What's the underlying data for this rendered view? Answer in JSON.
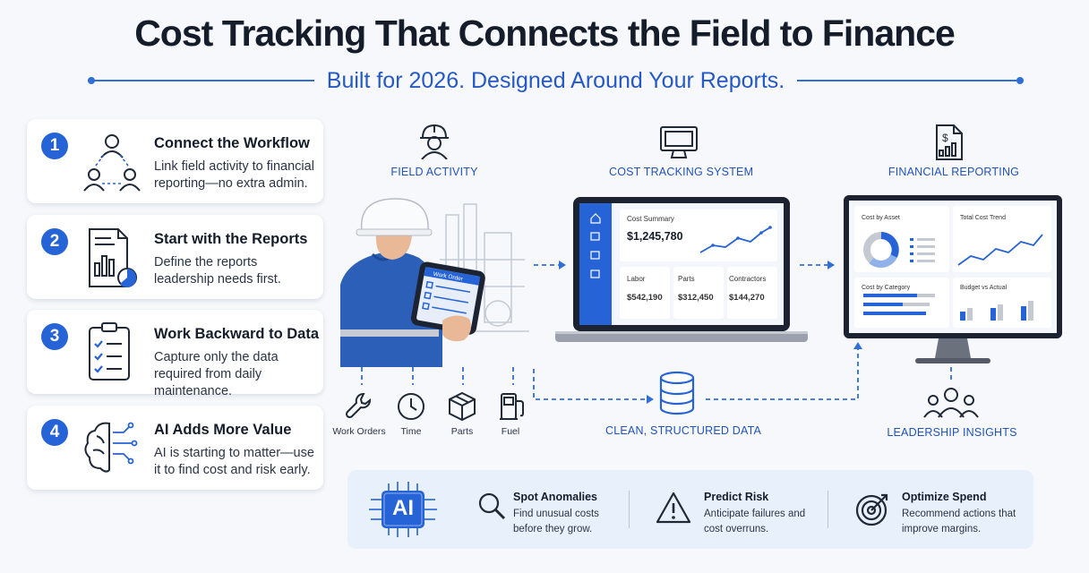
{
  "header": {
    "title": "Cost Tracking That Connects the Field to Finance",
    "subtitle": "Built for 2026. Designed Around Your Reports."
  },
  "steps": [
    {
      "number": "1",
      "title": "Connect the Workflow",
      "desc": "Link field activity to financial reporting—no extra admin.",
      "icon": "users-network-icon"
    },
    {
      "number": "2",
      "title": "Start with the Reports",
      "desc": "Define the reports leadership needs first.",
      "icon": "report-chart-icon"
    },
    {
      "number": "3",
      "title": "Work Backward to Data",
      "desc": "Capture only the data required from daily maintenance.",
      "icon": "checklist-icon"
    },
    {
      "number": "4",
      "title": "AI Adds More Value",
      "desc": "AI is starting to matter—use it to find cost and risk early.",
      "icon": "brain-circuit-icon"
    }
  ],
  "stages": {
    "field": "FIELD ACTIVITY",
    "system": "COST TRACKING SYSTEM",
    "finance": "FINANCIAL REPORTING",
    "data": "CLEAN, STRUCTURED DATA",
    "leadership": "LEADERSHIP INSIGHTS"
  },
  "field_inputs": [
    "Work Orders",
    "Time",
    "Parts",
    "Fuel"
  ],
  "tablet_text": "Work Order",
  "laptop": {
    "summary_title": "Cost Summary",
    "summary_value": "$1,245,780",
    "cards": [
      {
        "label": "Labor",
        "value": "$542,190"
      },
      {
        "label": "Parts",
        "value": "$312,450"
      },
      {
        "label": "Contractors",
        "value": "$144,270"
      }
    ]
  },
  "monitor": {
    "panels": [
      "Cost by Asset",
      "Total Cost Trend",
      "Cost by Category",
      "Budget vs Actual"
    ]
  },
  "ai_panel": {
    "badge": "AI",
    "items": [
      {
        "title": "Spot Anomalies",
        "desc": "Find unusual costs before they grow.",
        "icon": "magnifier-icon"
      },
      {
        "title": "Predict Risk",
        "desc": "Anticipate failures and cost overruns.",
        "icon": "warning-icon"
      },
      {
        "title": "Optimize Spend",
        "desc": "Recommend actions that improve margins.",
        "icon": "target-icon"
      }
    ]
  },
  "colors": {
    "accent": "#2563d6",
    "text": "#151d2b",
    "stage_label": "#2153b8",
    "panel_bg": "#e8f0fb"
  }
}
